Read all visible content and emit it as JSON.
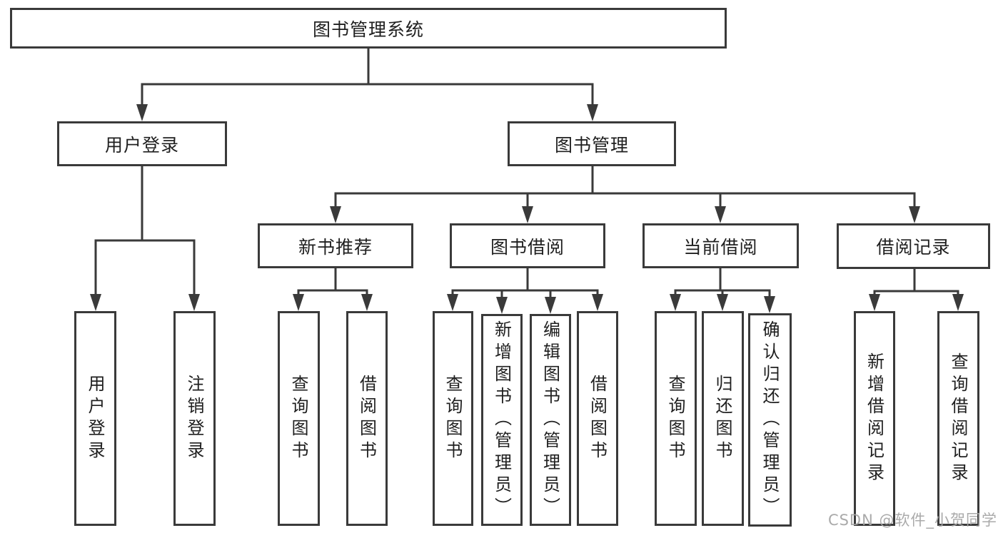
{
  "tree": {
    "root": "图书管理系统",
    "login": {
      "label": "用户登录",
      "children": [
        "用户登录",
        "注销登录"
      ]
    },
    "manage": {
      "label": "图书管理",
      "sections": [
        {
          "label": "新书推荐",
          "children": [
            "查询图书",
            "借阅图书"
          ]
        },
        {
          "label": "图书借阅",
          "children": [
            "查询图书",
            "新增图书（管理员）",
            "编辑图书（管理员）",
            "借阅图书"
          ]
        },
        {
          "label": "当前借阅",
          "children": [
            "查询图书",
            "归还图书",
            "确认归还（管理员）"
          ]
        },
        {
          "label": "借阅记录",
          "children": [
            "新增借阅记录",
            "查询借阅记录"
          ]
        }
      ]
    }
  },
  "watermark": "CSDN @软件_小贺同学",
  "colors": {
    "line": "#3a3a3a",
    "text": "#1f1f1f",
    "background": "#ffffff",
    "watermark": "#a5a5a5"
  }
}
